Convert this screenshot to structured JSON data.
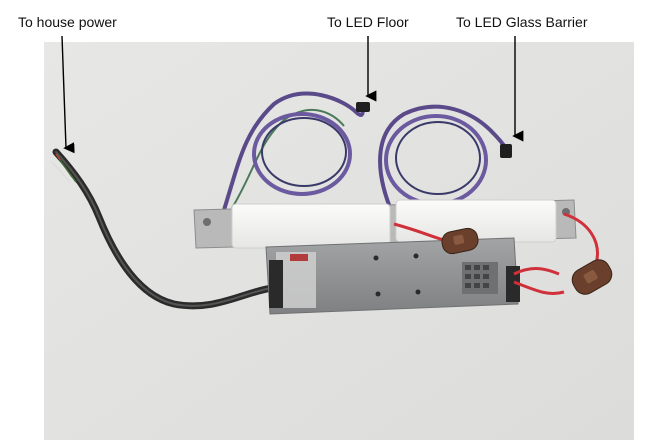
{
  "labels": {
    "house_power": "To house power",
    "led_floor": "To LED Floor",
    "led_glass_barrier": "To LED Glass Barrier"
  },
  "colors": {
    "background_wall": "#e3e3e1",
    "power_supply": "#8f9193",
    "bracket": "#b9b9b9",
    "led_cable_purple": "#5b4a8a",
    "red_wire": "#d0303a",
    "switch_brown": "#6a3f2c"
  }
}
